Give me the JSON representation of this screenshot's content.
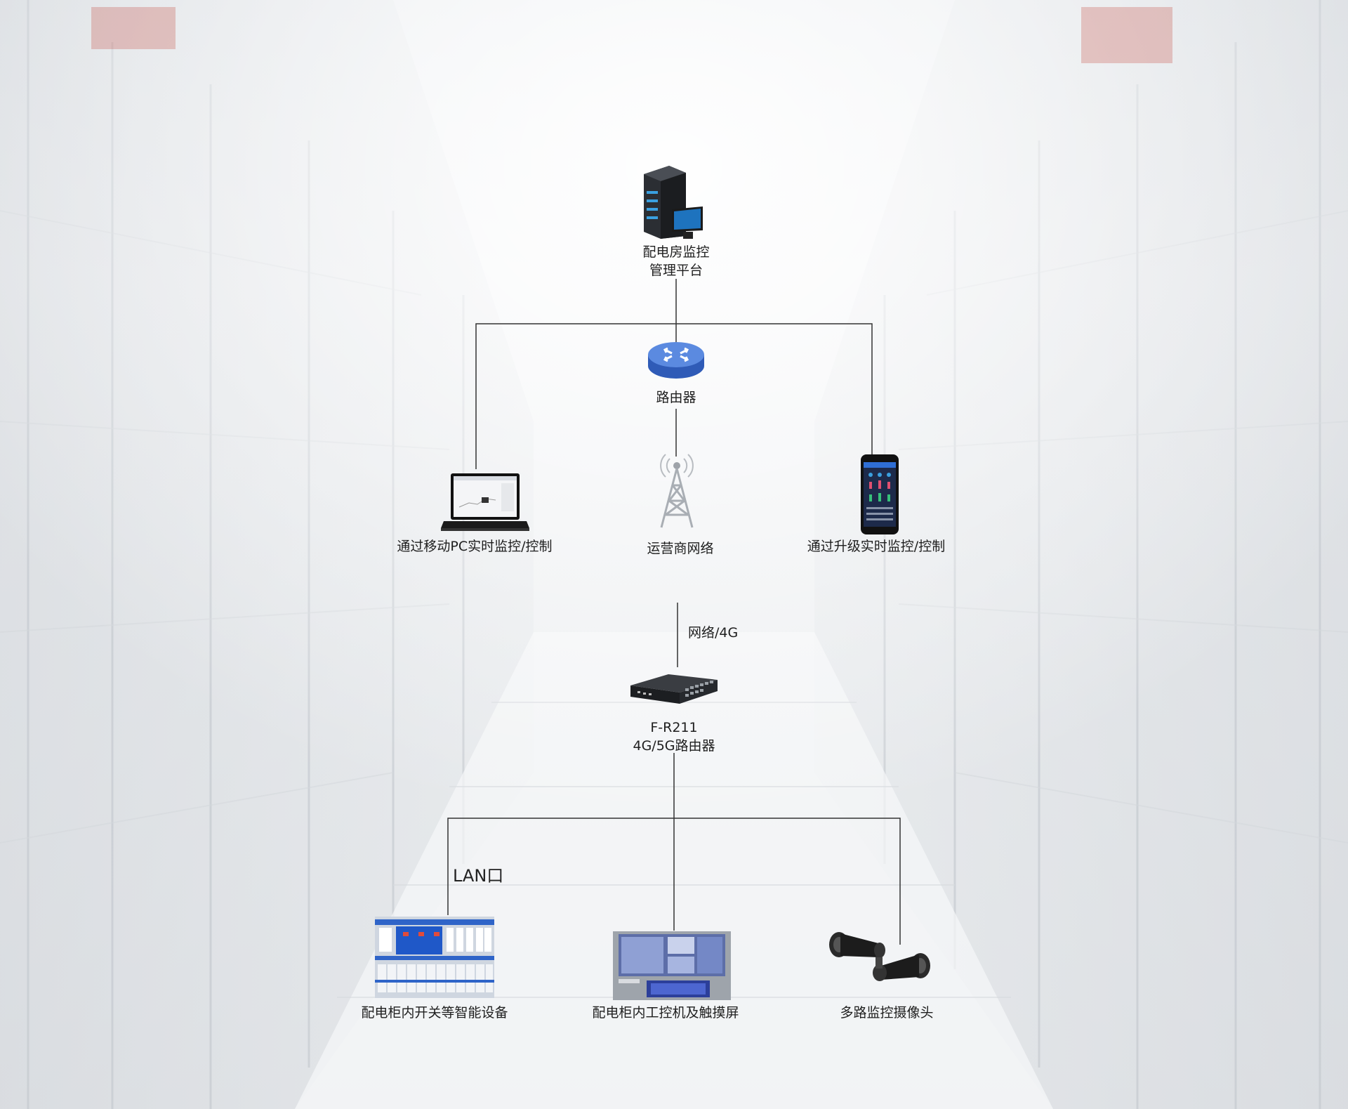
{
  "diagram": {
    "platform": {
      "line1": "配电房监控",
      "line2": "管理平台"
    },
    "router": {
      "label": "路由器"
    },
    "pc": {
      "label": "通过移动PC实时监控/控制"
    },
    "tower": {
      "label": "运营商网络"
    },
    "phone": {
      "label": "通过升级实时监控/控制"
    },
    "network_link": {
      "label": "网络/4G"
    },
    "gateway": {
      "line1": "F-R211",
      "line2": "4G/5G路由器"
    },
    "lan_port": {
      "label": "LAN口"
    },
    "switchgear": {
      "label": "配电柜内开关等智能设备"
    },
    "touchscreen": {
      "label": "配电柜内工控机及触摸屏"
    },
    "cameras": {
      "label": "多路监控摄像头"
    }
  },
  "colors": {
    "line": "#333333",
    "router_blue": "#3f6fd0",
    "background": "#eef0f2"
  }
}
